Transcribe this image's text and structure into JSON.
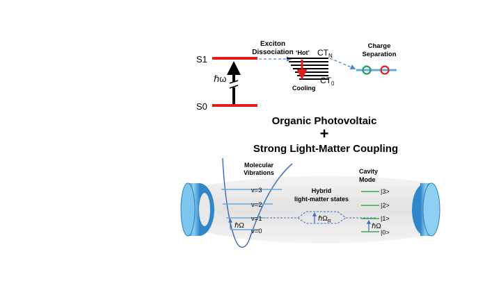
{
  "top": {
    "s1": "S1",
    "s0": "S0",
    "hw": "ℏω",
    "exciton_line1": "Exciton",
    "exciton_line2": "Dissociation",
    "hot": "‘Hot’",
    "ctn_main": "CT",
    "ctn_sub": "N",
    "ct0_main": "CT",
    "ct0_sub": "0",
    "cooling": "Cooling",
    "charge_line1": "Charge",
    "charge_line2": "Separation"
  },
  "middle": {
    "title1": "Organic Photovoltaic",
    "plus": "+",
    "title2": "Strong Light-Matter Coupling"
  },
  "bottom": {
    "mol_line1": "Molecular",
    "mol_line2": "Vibrations",
    "v3": "ν=3",
    "v2": "ν=2",
    "v1": "ν=1",
    "v0": "ν=0",
    "hbar_omega": "ℏΩ",
    "hybrid_line1": "Hybrid",
    "hybrid_line2": "light-matter states",
    "omega_r_main": "ℏΩ",
    "omega_r_sub": "R",
    "cavity_line1": "Cavity",
    "cavity_line2": "Mode",
    "k3": "|3>",
    "k2": "|2>",
    "k1": "|1>",
    "k0": "|0>",
    "cav_omega": "ℏΩ"
  },
  "colors": {
    "level_red": "#e01e1e",
    "dashed_blue": "#4f86c6",
    "green_level": "#3aa64a",
    "curve_blue": "#3f6fb5",
    "mirror_blue": "#5aaee0",
    "tube_gray": "#e6e6e6"
  }
}
